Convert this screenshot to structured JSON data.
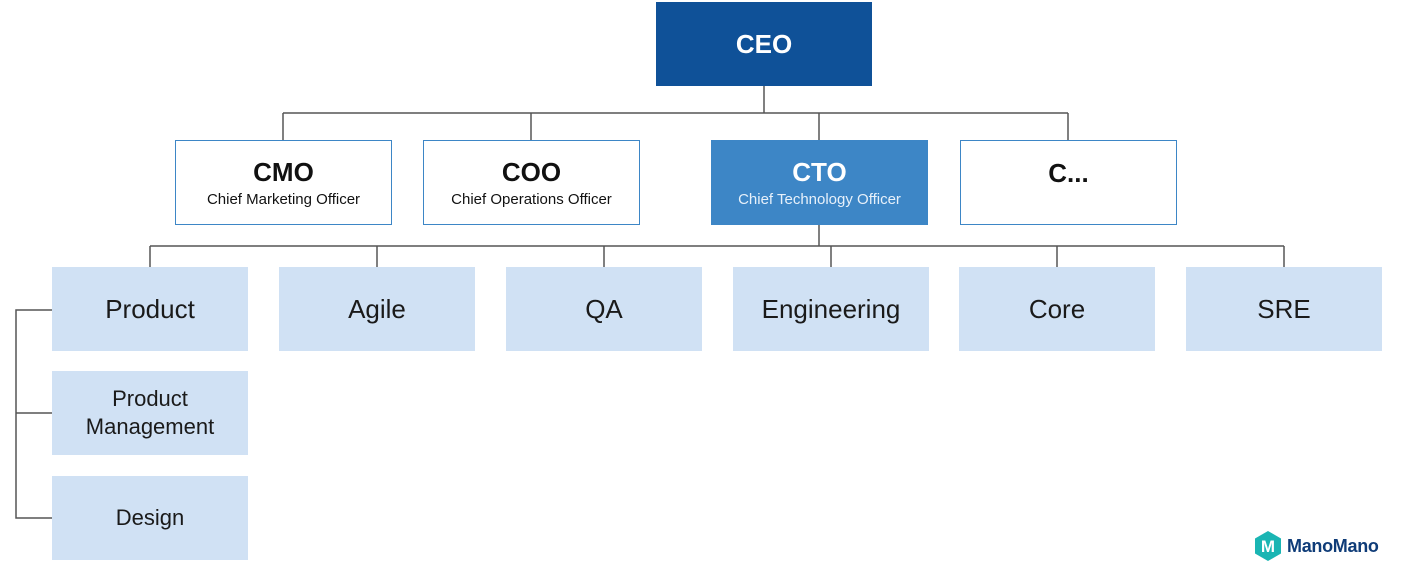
{
  "ceo": {
    "title": "CEO"
  },
  "executives": [
    {
      "title": "CMO",
      "subtitle": "Chief Marketing Officer"
    },
    {
      "title": "COO",
      "subtitle": "Chief Operations Officer"
    },
    {
      "title": "CTO",
      "subtitle": "Chief Technology Officer"
    },
    {
      "title": "C..."
    }
  ],
  "teams": [
    "Product",
    "Agile",
    "QA",
    "Engineering",
    "Core",
    "SRE"
  ],
  "product_subteams": [
    "Product Management",
    "Design"
  ],
  "logo": {
    "text": "ManoMano",
    "mark_letter": "M"
  },
  "colors": {
    "ceo": "#0f5198",
    "active_exec": "#3d86c6",
    "team": "#d0e1f4",
    "lines": "#555555",
    "logo": "#1ab5b3"
  }
}
